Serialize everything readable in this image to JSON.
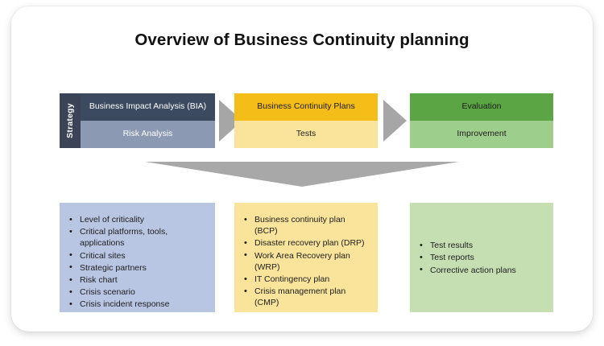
{
  "page": {
    "title": "Overview of Business Continuity planning",
    "background": "#ffffff",
    "card_background": "#ffffff"
  },
  "process_row": {
    "blocks": [
      {
        "name": "strategy",
        "side_label": "Strategy",
        "side_color": "#3a4456",
        "rows": [
          {
            "label": "Business Impact Analysis (BIA)",
            "color": "#3b4a5f",
            "text_color": "#ffffff"
          },
          {
            "label": "Risk Analysis",
            "color": "#8b9ab2",
            "text_color": "#ffffff"
          }
        ]
      },
      {
        "name": "plans",
        "rows": [
          {
            "label": "Business Continuity Plans",
            "color": "#f5bd18",
            "text_color": "#1d1d1d"
          },
          {
            "label": "Tests",
            "color": "#fae49c",
            "text_color": "#1d1d1d"
          }
        ]
      },
      {
        "name": "evaluation",
        "rows": [
          {
            "label": "Evaluation",
            "color": "#5ba545",
            "text_color": "#1d1d1d"
          },
          {
            "label": "Improvement",
            "color": "#9ece8c",
            "text_color": "#1d1d1d"
          }
        ]
      }
    ],
    "arrow_color": "#a6a6a6"
  },
  "down_arrow": {
    "color": "#a8a8a8"
  },
  "detail_boxes": [
    {
      "name": "strategy-details",
      "color": "#b9c6e3",
      "items": [
        "Level of criticality",
        "Critical platforms, tools, applications",
        "Critical sites",
        "Strategic partners",
        "Risk chart",
        "Crisis scenario",
        "Crisis incident response"
      ]
    },
    {
      "name": "plans-details",
      "color": "#fae49c",
      "items": [
        "Business continuity plan (BCP)",
        "Disaster recovery plan (DRP)",
        "Work Area Recovery plan (WRP)",
        "IT Contingency plan",
        "Crisis management plan (CMP)"
      ]
    },
    {
      "name": "evaluation-details",
      "color": "#c5dfb3",
      "items": [
        "Test results",
        "Test reports",
        "Corrective action plans"
      ]
    }
  ]
}
